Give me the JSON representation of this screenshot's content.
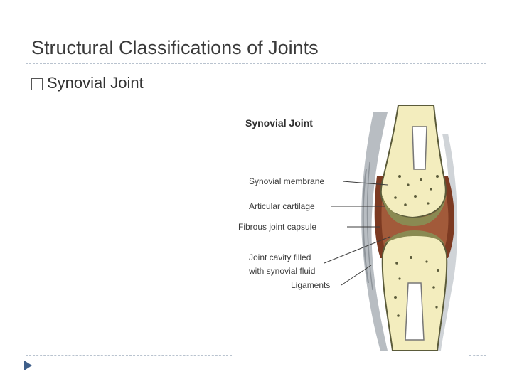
{
  "slide": {
    "title": "Structural Classifications of Joints",
    "bullet": "Synovial Joint"
  },
  "diagram": {
    "title": "Synovial Joint",
    "labels": {
      "membrane": "Synovial membrane",
      "cartilage": "Articular cartilage",
      "capsule": "Fibrous joint capsule",
      "cavity_line1": "Joint cavity filled",
      "cavity_line2": "with synovial fluid",
      "ligaments": "Ligaments"
    }
  },
  "colors": {
    "bone": "#f3edbe",
    "cartilage": "#8a8a52",
    "capsule": "#7c3a22",
    "ligament": "#9aa0a6",
    "accent": "#3f5f8a"
  }
}
